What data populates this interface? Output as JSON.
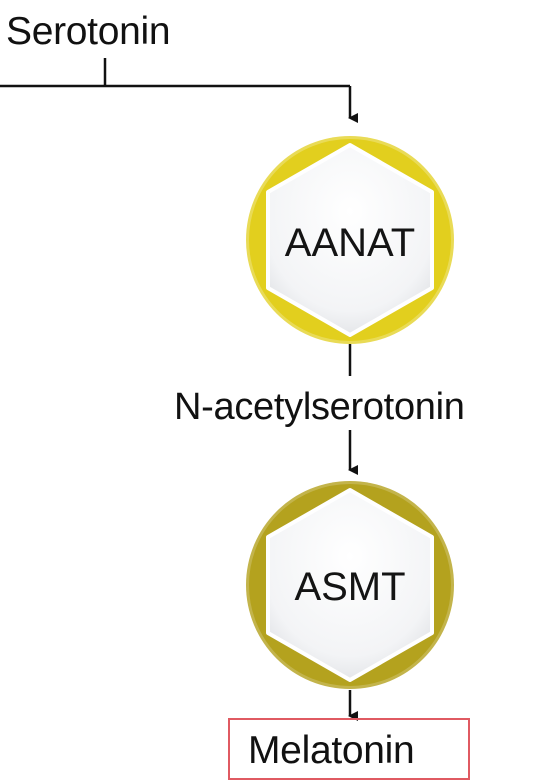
{
  "pathway": {
    "substrate": "Serotonin",
    "intermediate": "N-acetylserotonin",
    "product": "Melatonin"
  },
  "enzymes": [
    {
      "label": "AANAT",
      "color": "#e2cf1e"
    },
    {
      "label": "ASMT",
      "color": "#b4a21e"
    }
  ],
  "highlight_color": "#e05a62"
}
